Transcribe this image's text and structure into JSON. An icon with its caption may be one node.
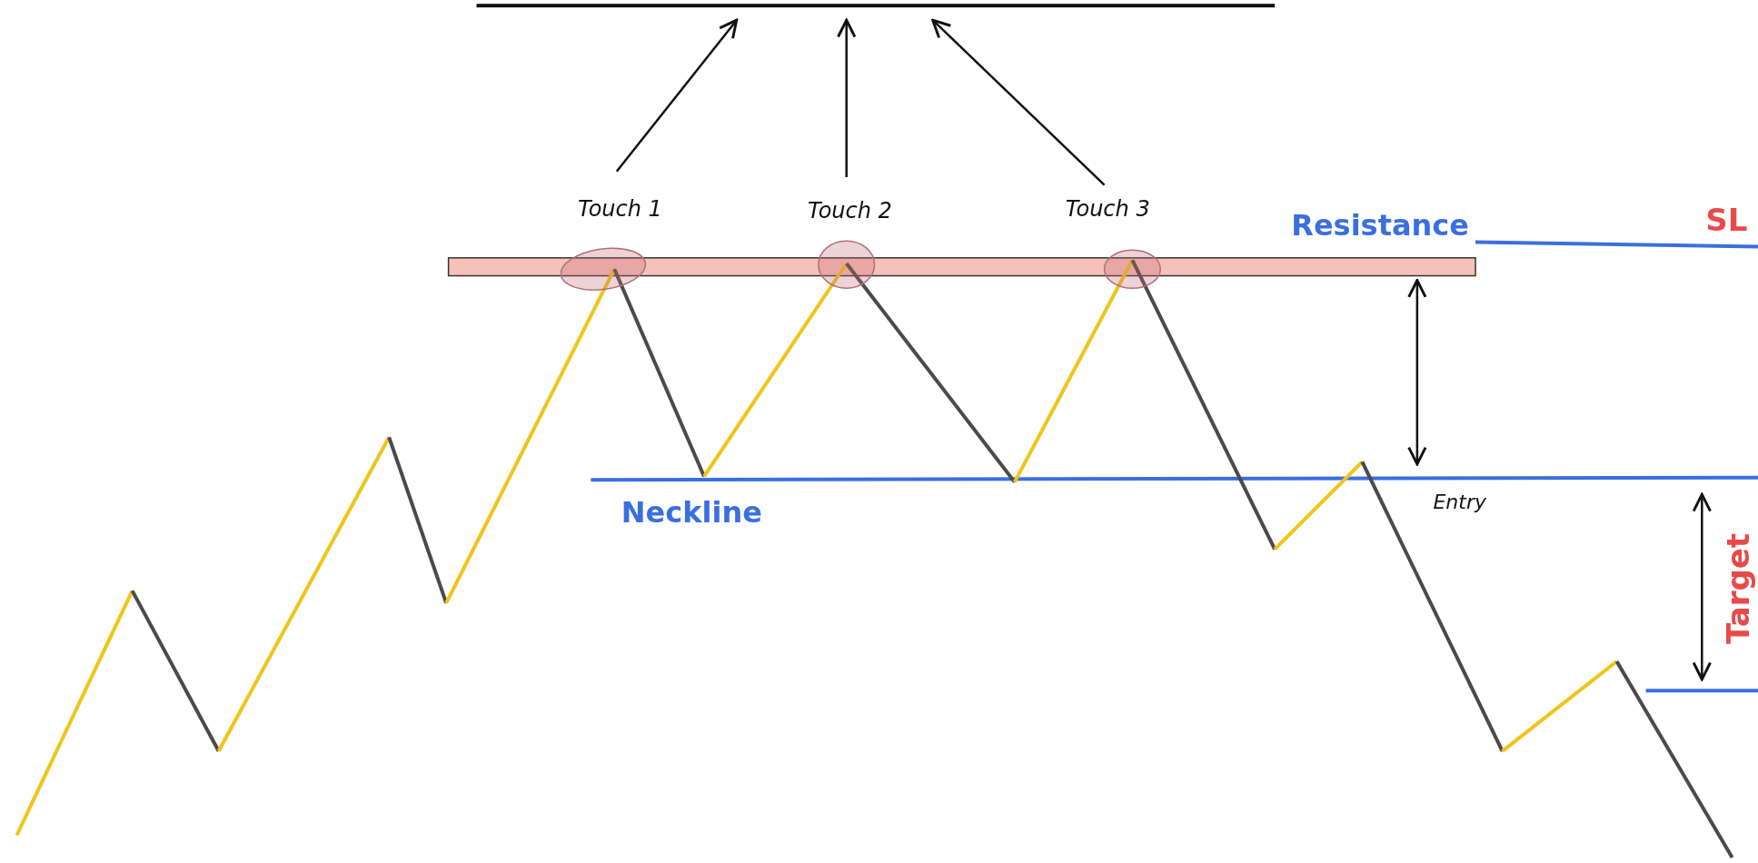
{
  "diagram": {
    "nodes": [
      {
        "text": [
          "Touch 1"
        ]
      },
      {
        "text": [
          "Touch 2"
        ]
      },
      {
        "text": [
          "Touch 3"
        ]
      },
      {
        "text": [],
        "shape": "bar"
      }
    ],
    "edges": [
      {
        "from": 0,
        "to": 3,
        "arrow": "to"
      },
      {
        "from": 1,
        "to": 3,
        "arrow": "to"
      },
      {
        "from": 2,
        "to": 3,
        "arrow": "to"
      }
    ],
    "labels": [
      "Resistance",
      "SL",
      "Neckline",
      "Entry",
      "Target"
    ]
  }
}
